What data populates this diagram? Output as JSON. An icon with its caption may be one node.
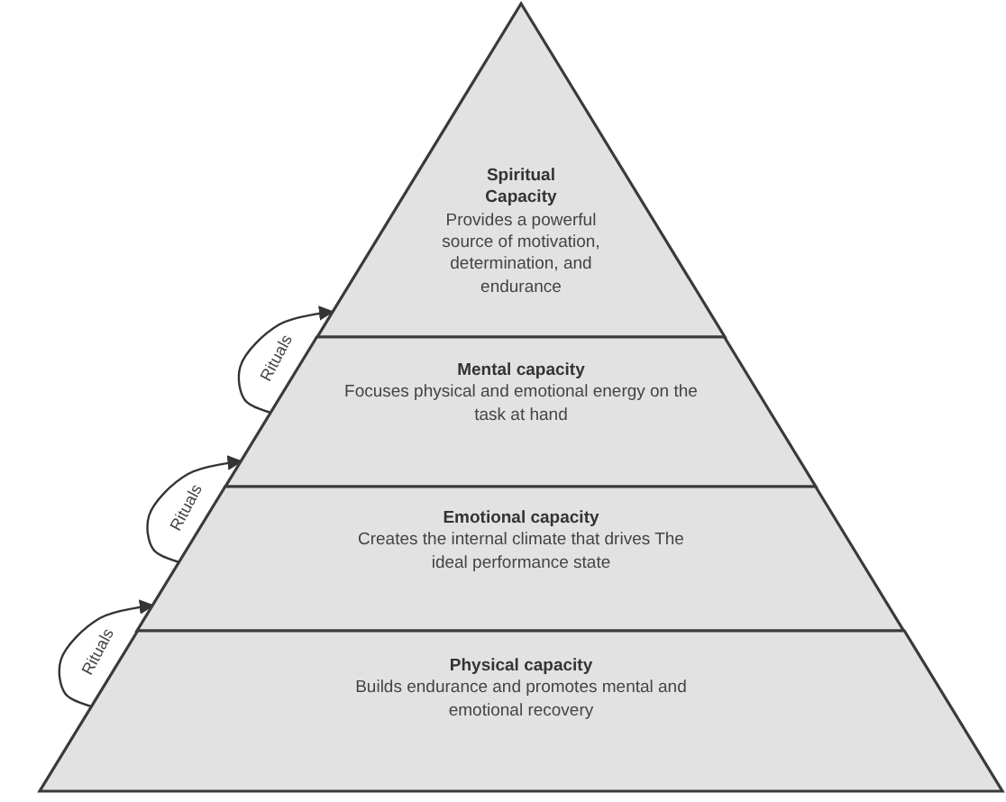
{
  "diagram": {
    "nodes": [
      {
        "text": [
          "Spiritual Capacity",
          "Provides a powerful source of motivation, determination, and endurance"
        ]
      },
      {
        "text": [
          "Mental capacity",
          "Focuses physical and emotional energy on the task at hand"
        ]
      },
      {
        "text": [
          "Emotional capacity",
          "Creates the internal climate that drives The ideal performance state"
        ]
      },
      {
        "text": [
          "Physical capacity",
          "Builds endurance and promotes mental and emotional recovery"
        ]
      }
    ],
    "edges": [
      {
        "from": 3,
        "to": 2,
        "arrow": "to",
        "label": "Rituals"
      },
      {
        "from": 2,
        "to": 1,
        "arrow": "to",
        "label": "Rituals"
      },
      {
        "from": 1,
        "to": 0,
        "arrow": "to",
        "label": "Rituals"
      }
    ]
  }
}
